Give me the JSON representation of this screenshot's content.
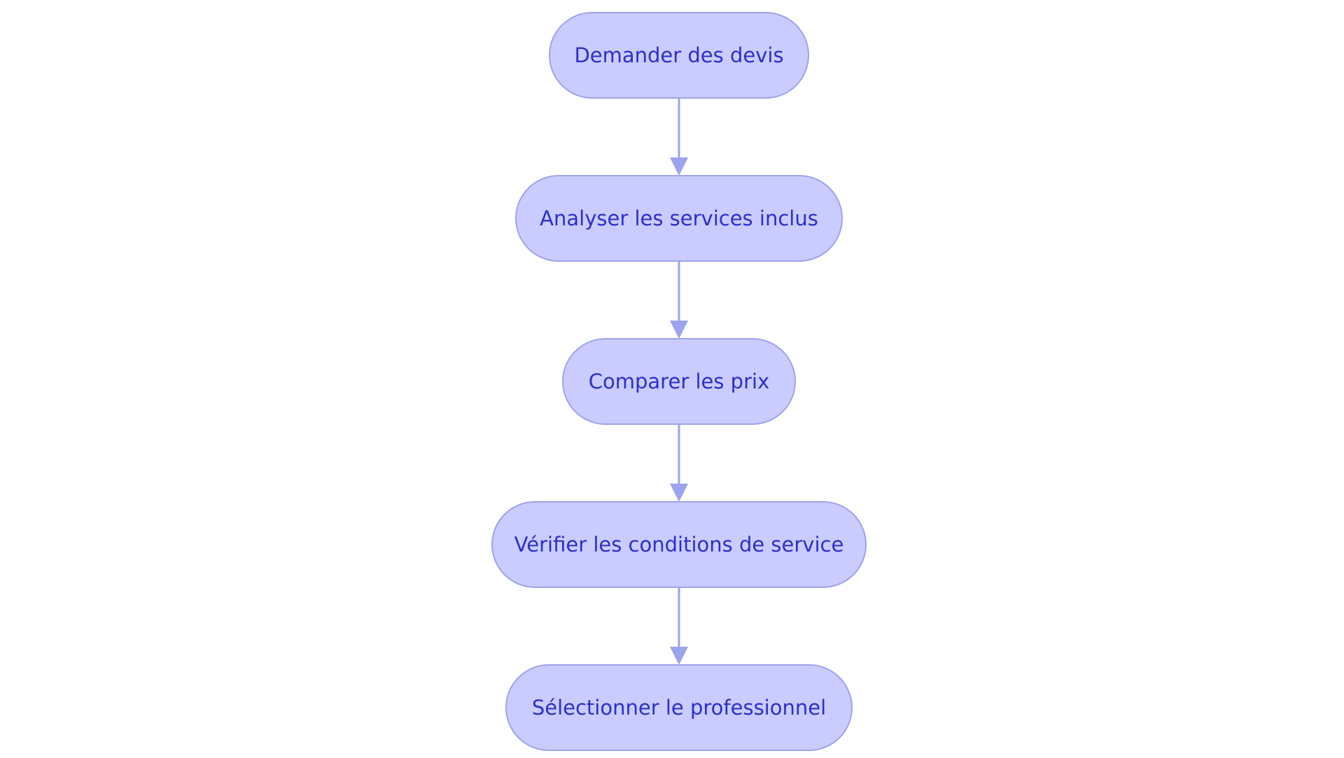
{
  "colors": {
    "node_fill": "#CACCFF",
    "node_stroke": "#9DA3EE",
    "text": "#2B2FCC",
    "edge": "#9DA3EE"
  },
  "nodes": [
    {
      "id": "n1",
      "label": "Demander des devis"
    },
    {
      "id": "n2",
      "label": "Analyser les services inclus"
    },
    {
      "id": "n3",
      "label": "Comparer les prix"
    },
    {
      "id": "n4",
      "label": "Vérifier les conditions de service"
    },
    {
      "id": "n5",
      "label": "Sélectionner le professionnel"
    }
  ],
  "edges": [
    {
      "from": "n1",
      "to": "n2"
    },
    {
      "from": "n2",
      "to": "n3"
    },
    {
      "from": "n3",
      "to": "n4"
    },
    {
      "from": "n4",
      "to": "n5"
    }
  ]
}
